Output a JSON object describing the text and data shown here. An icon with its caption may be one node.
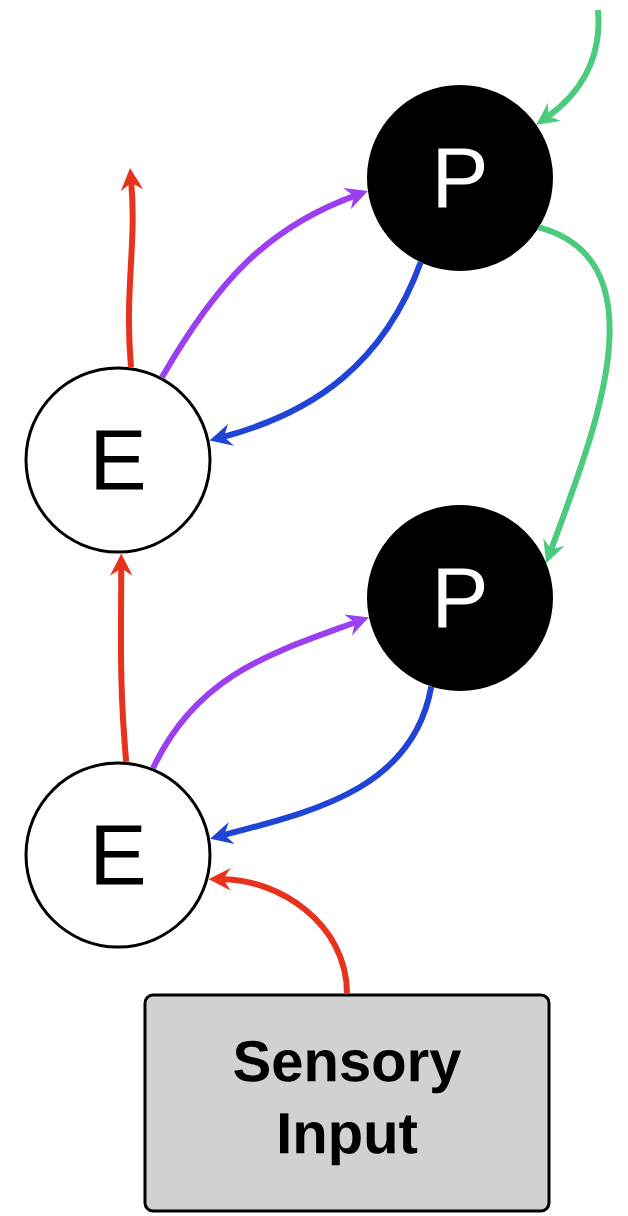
{
  "diagram": {
    "nodes": [
      {
        "text": [
          "P"
        ]
      },
      {
        "text": [
          "E"
        ]
      },
      {
        "text": [
          "P"
        ]
      },
      {
        "text": [
          "E"
        ]
      },
      {
        "text": [
          "Sensory Input"
        ]
      }
    ],
    "edges": [
      {
        "from": null,
        "to": 0,
        "arrow": "to",
        "color": "#4ccb7f"
      },
      {
        "from": 1,
        "to": null,
        "arrow": "to",
        "color": "#e8321e"
      },
      {
        "from": 1,
        "to": 0,
        "arrow": "to",
        "color": "#9b3ff0"
      },
      {
        "from": 0,
        "to": 1,
        "arrow": "to",
        "color": "#1f44d6"
      },
      {
        "from": 0,
        "to": 2,
        "arrow": "to",
        "color": "#4ccb7f"
      },
      {
        "from": 3,
        "to": 1,
        "arrow": "to",
        "color": "#e8321e"
      },
      {
        "from": 3,
        "to": 2,
        "arrow": "to",
        "color": "#9b3ff0"
      },
      {
        "from": 2,
        "to": 3,
        "arrow": "to",
        "color": "#1f44d6"
      },
      {
        "from": 4,
        "to": 3,
        "arrow": "to",
        "color": "#e8321e"
      }
    ]
  }
}
